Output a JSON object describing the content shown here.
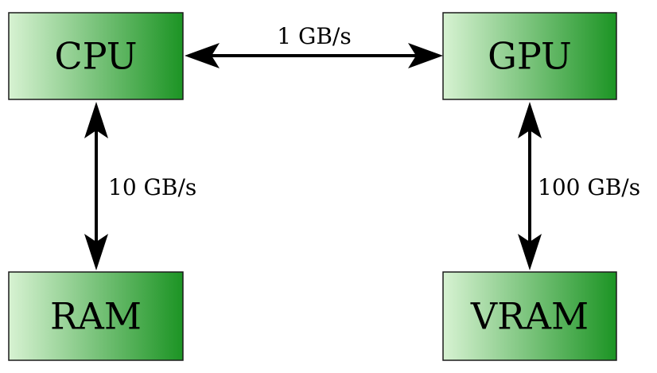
{
  "colors": {
    "box_gradient_start": "#d7f2d2",
    "box_gradient_end": "#1c9424",
    "box_border": "#1b1b1b",
    "arrow": "#000000"
  },
  "nodes": {
    "cpu": {
      "label": "CPU"
    },
    "gpu": {
      "label": "GPU"
    },
    "ram": {
      "label": "RAM"
    },
    "vram": {
      "label": "VRAM"
    }
  },
  "links": {
    "cpu_gpu": {
      "label": "1 GB/s"
    },
    "cpu_ram": {
      "label": "10 GB/s"
    },
    "gpu_vram": {
      "label": "100 GB/s"
    }
  }
}
